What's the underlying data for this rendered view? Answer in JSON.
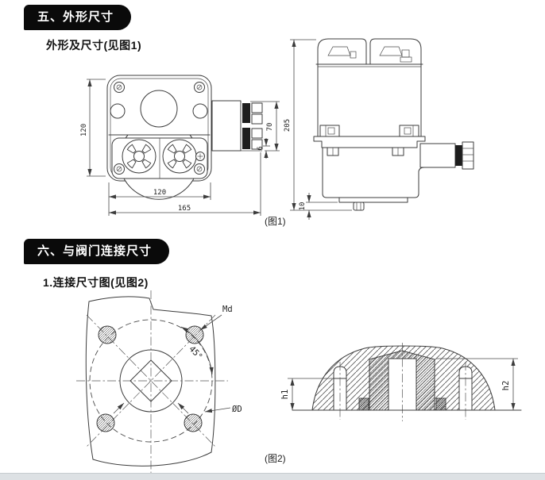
{
  "page": {
    "background": "#ffffff",
    "banner_bg": "#0a0a0a",
    "banner_text_color": "#ffffff",
    "line_color": "#3c3c3c",
    "footer_bar_color": "#dde1e4"
  },
  "section_outline": {
    "banner": "五、外形尺寸",
    "subtitle": "外形及尺寸(见图1)"
  },
  "section_connection": {
    "banner": "六、与阀门连接尺寸",
    "subtitle": "1.连接尺寸图(见图2)"
  },
  "fig1": {
    "caption": "(图1)",
    "front": {
      "height": "120",
      "width": "120",
      "total_width": "165",
      "connector_height": "70",
      "connector_step": "6"
    },
    "side": {
      "total_height": "205",
      "shaft_protrusion": "10"
    }
  },
  "fig2": {
    "caption": "(图2)",
    "flange": {
      "thread_label": "Md",
      "angle_label": "45°",
      "bolt_circle_label": "ØD"
    },
    "section": {
      "h1_label": "h1",
      "h2_label": "h2"
    }
  }
}
